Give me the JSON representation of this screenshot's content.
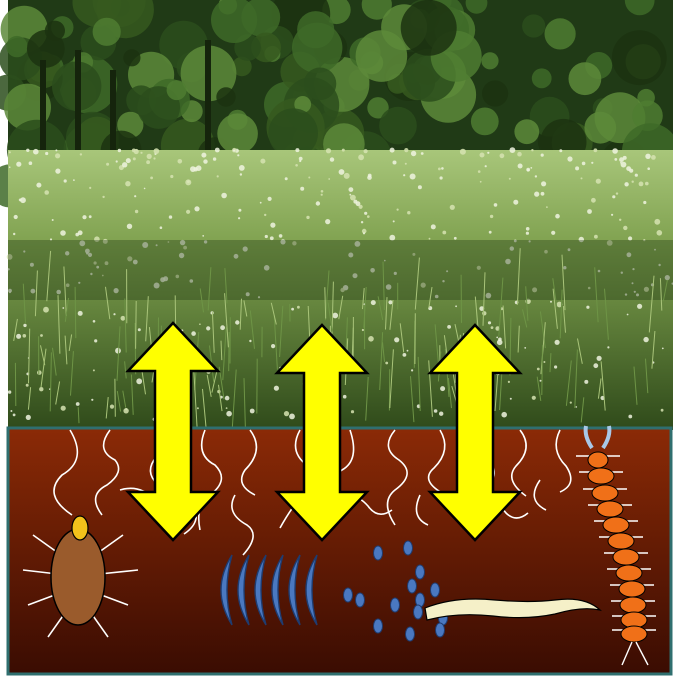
{
  "scene": {
    "colors": {
      "sky_forest_dark": "#1f3a14",
      "forest_mid": "#3f6a26",
      "meadow_light": "#8fb466",
      "meadow_dark": "#3d5a22",
      "soil_top": "#8b2a06",
      "soil_bottom": "#3a0c02",
      "soil_border": "#2f6f6f",
      "arrow_fill": "#ffff00",
      "arrow_stroke": "#000000",
      "root_color": "#ffffff",
      "mite_body": "#9a5b2c",
      "mite_head": "#f2c21b",
      "springtail_fill": "#4a78c0",
      "egg_fill": "#4a78c0",
      "worm_fill": "#f5f0c8",
      "centipede_fill": "#f07018",
      "centipede_antenna": "#a8c8e8"
    },
    "arrows": [
      {
        "name": "exchange-arrow-left"
      },
      {
        "name": "exchange-arrow-middle"
      },
      {
        "name": "exchange-arrow-right"
      }
    ],
    "organisms": [
      "mite",
      "springtail",
      "eggs",
      "worm",
      "centipede"
    ]
  }
}
